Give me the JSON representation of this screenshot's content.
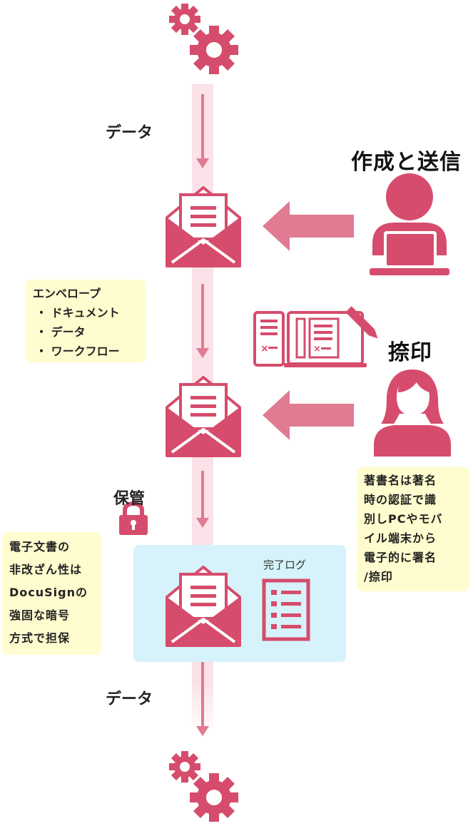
{
  "flow": {
    "data_label_top": "データ",
    "data_label_bottom": "データ",
    "storage_label": "保管"
  },
  "actors": {
    "sender": {
      "title": "作成と送信",
      "icon": "person-at-laptop-icon"
    },
    "signer": {
      "title": "捺印",
      "icon": "woman-icon"
    }
  },
  "notes": {
    "envelope": {
      "lines": [
        "エンベロープ",
        "・ ドキュメント",
        "・ データ",
        "・ ワークフロー"
      ]
    },
    "signing": {
      "lines": [
        "著書名は著名",
        "時の認証で識",
        "別しPCやモバ",
        "イル端末から",
        "電子的に署名",
        "/捺印"
      ]
    },
    "security": {
      "lines": [
        "電子文書の",
        "非改ざん性は",
        "DocuSignの",
        "強固な暗号",
        "方式で担保"
      ]
    }
  },
  "storage": {
    "log_label": "完了ログ"
  },
  "colors": {
    "primary": "#d64c6c",
    "arrow": "#e07b91",
    "flow_band": "#fbe2e8",
    "note_bg": "#fffccf",
    "storage_bg": "#d6f2fa"
  }
}
